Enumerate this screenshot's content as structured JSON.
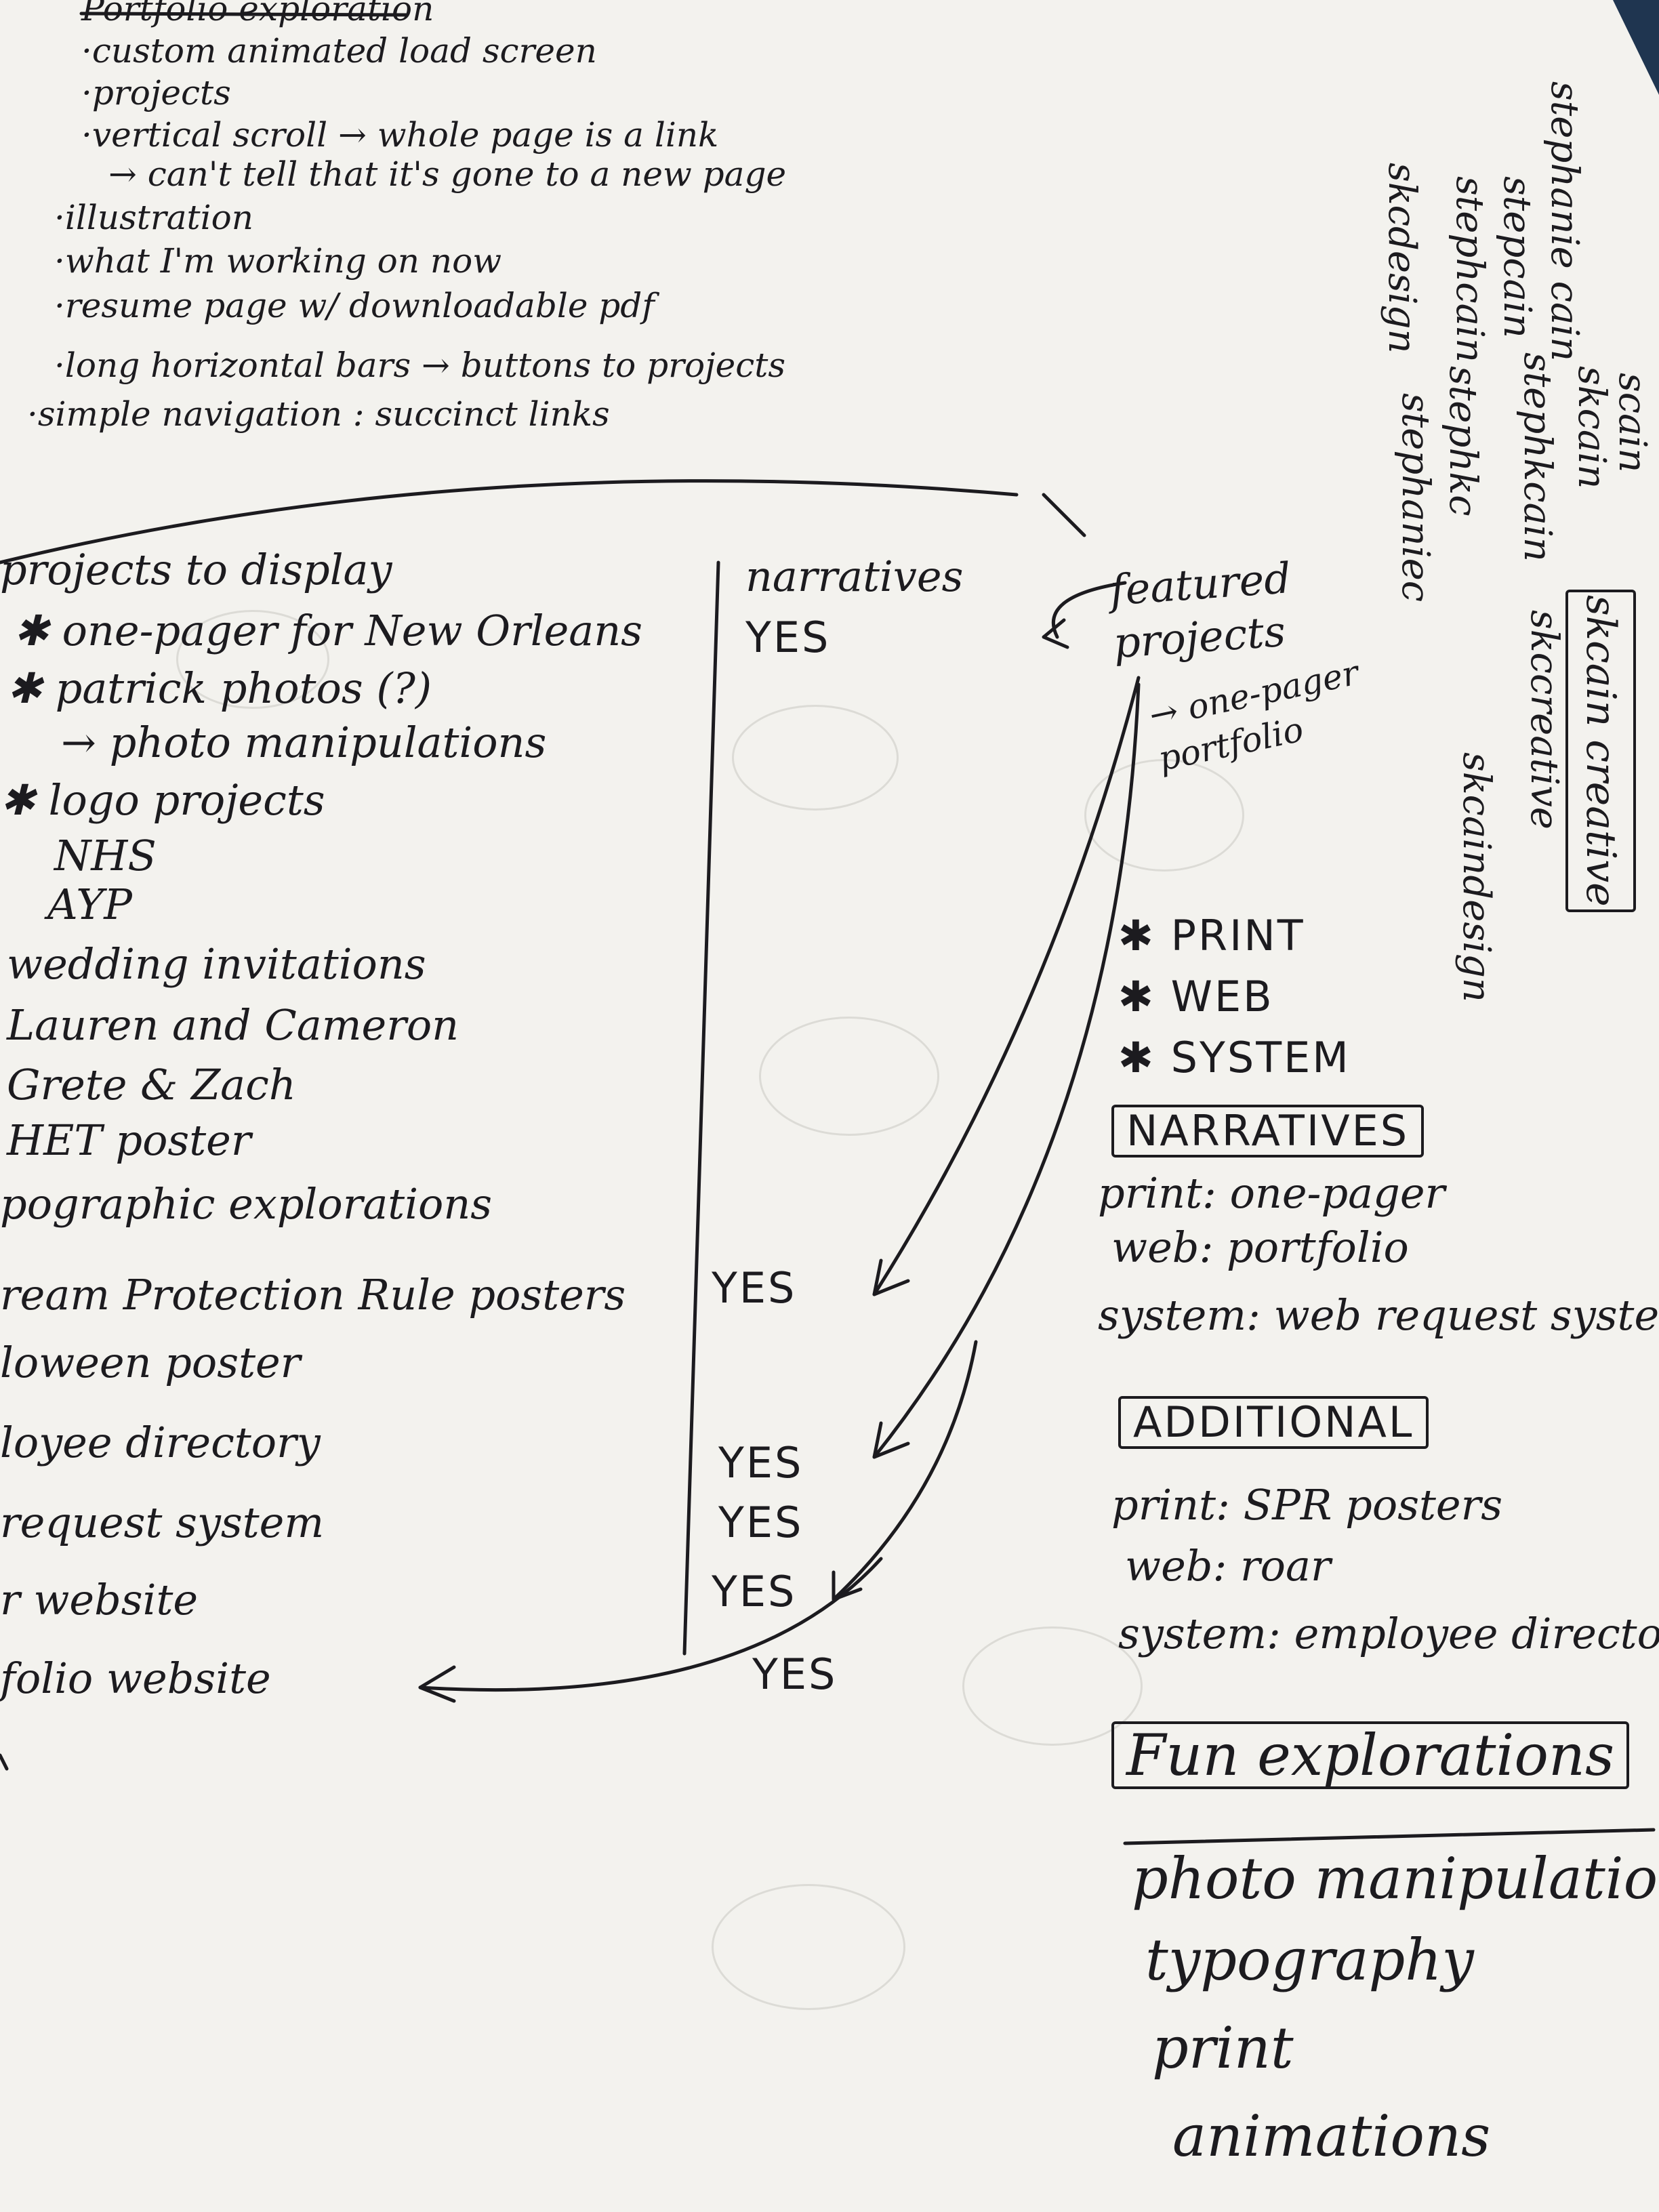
{
  "header": {
    "title": "Portfolio exploration",
    "notes": [
      "·custom animated load screen",
      "·projects",
      "·vertical scroll → whole page is a link",
      "→ can't tell that it's gone to a new page",
      "·illustration",
      "·what I'm working on now",
      "·resume page w/ downloadable pdf",
      "·long horizontal bars → buttons to projects",
      "·simple navigation : succinct links"
    ]
  },
  "name_ideas": [
    "stephanie cain",
    "stepcain",
    "stephcain",
    "skcdesign",
    "scain",
    "skcain",
    "stephkcain",
    "stephkc",
    "stephaniec",
    "skcain creative",
    "skccreative",
    "skcaindesign"
  ],
  "projects": {
    "heading": "projects to display",
    "items": [
      "✱ one-pager for New Orleans",
      "✱ patrick photos (?)",
      "→ photo manipulations",
      "✱ logo projects",
      "NHS",
      "AYP",
      "wedding invitations",
      "Lauren and Cameron",
      "Grete & Zach",
      "HET poster",
      "pographic explorations",
      "ream Protection Rule posters",
      "loween poster",
      "loyee directory",
      "request system",
      "r website",
      "folio website"
    ]
  },
  "narratives_col": {
    "heading": "narratives",
    "marks": [
      "YES",
      "YES",
      "YES",
      "YES",
      "YES",
      "YES"
    ]
  },
  "featured": {
    "heading": "featured projects",
    "sub": "→ one-pager portfolio",
    "categories": [
      "✱ PRINT",
      "✱ WEB",
      "✱ SYSTEM"
    ]
  },
  "narratives_box": {
    "heading": "NARRATIVES",
    "lines": [
      "print: one-pager",
      "web: portfolio",
      "system: web request system"
    ]
  },
  "additional_box": {
    "heading": "ADDITIONAL",
    "lines": [
      "print: SPR posters",
      "web: roar",
      "system: employee directory"
    ]
  },
  "fun_box": {
    "heading": "Fun explorations",
    "lines": [
      "photo manipulation",
      "typography",
      "print",
      "animations"
    ]
  }
}
